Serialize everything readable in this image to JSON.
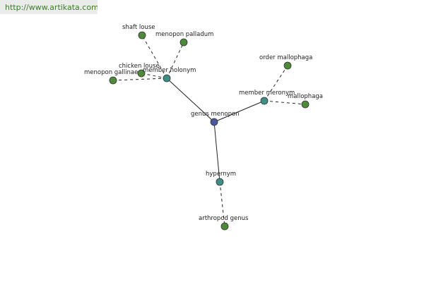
{
  "header": {
    "url_text": "http://www.artikata.com"
  },
  "colors": {
    "center": "#4a5aa0",
    "relation": "#3e8e86",
    "leaf": "#4f8a3a"
  },
  "graph": {
    "nodes": [
      {
        "id": "center",
        "label": "genus menopon",
        "kind": "center"
      },
      {
        "id": "holonym",
        "label": "member holonym",
        "kind": "relation"
      },
      {
        "id": "meronym",
        "label": "member meronym",
        "kind": "relation"
      },
      {
        "id": "hypernym",
        "label": "hypernym",
        "kind": "relation"
      },
      {
        "id": "shaft",
        "label": "shaft louse",
        "kind": "leaf"
      },
      {
        "id": "palladum",
        "label": "menopon palladum",
        "kind": "leaf"
      },
      {
        "id": "chicken",
        "label": "chicken louse",
        "kind": "leaf"
      },
      {
        "id": "gallinae",
        "label": "menopon gallinae",
        "kind": "leaf"
      },
      {
        "id": "order",
        "label": "order mallophaga",
        "kind": "leaf"
      },
      {
        "id": "mallophaga",
        "label": "mallophaga",
        "kind": "leaf"
      },
      {
        "id": "arthropod",
        "label": "arthropod genus",
        "kind": "leaf"
      }
    ],
    "edges": [
      {
        "from": "center",
        "to": "holonym",
        "style": "solid"
      },
      {
        "from": "center",
        "to": "meronym",
        "style": "solid"
      },
      {
        "from": "center",
        "to": "hypernym",
        "style": "solid"
      },
      {
        "from": "holonym",
        "to": "shaft",
        "style": "dashed"
      },
      {
        "from": "holonym",
        "to": "palladum",
        "style": "dashed"
      },
      {
        "from": "holonym",
        "to": "chicken",
        "style": "dashed"
      },
      {
        "from": "holonym",
        "to": "gallinae",
        "style": "dashed"
      },
      {
        "from": "meronym",
        "to": "order",
        "style": "dashed"
      },
      {
        "from": "meronym",
        "to": "mallophaga",
        "style": "dashed"
      },
      {
        "from": "hypernym",
        "to": "arthropod",
        "style": "dashed"
      }
    ]
  }
}
